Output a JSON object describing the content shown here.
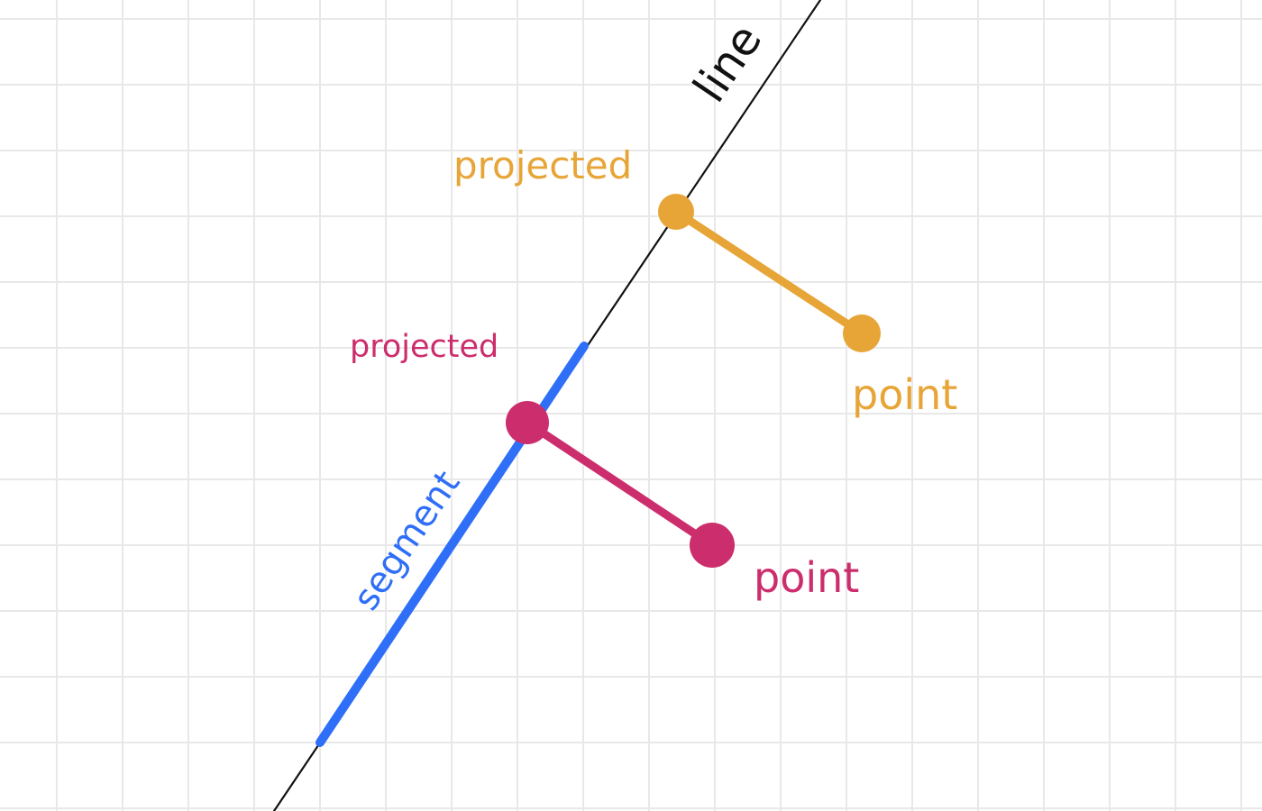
{
  "colors": {
    "grid": "#e8e8e8",
    "line": "#111111",
    "segment": "#2f6ef7",
    "orange": "#e7a537",
    "magenta": "#cc2d6c"
  },
  "labels": {
    "line": "line",
    "segment": "segment",
    "orange_projected": "projected",
    "orange_point": "point",
    "magenta_projected": "projected",
    "magenta_point": "point"
  }
}
